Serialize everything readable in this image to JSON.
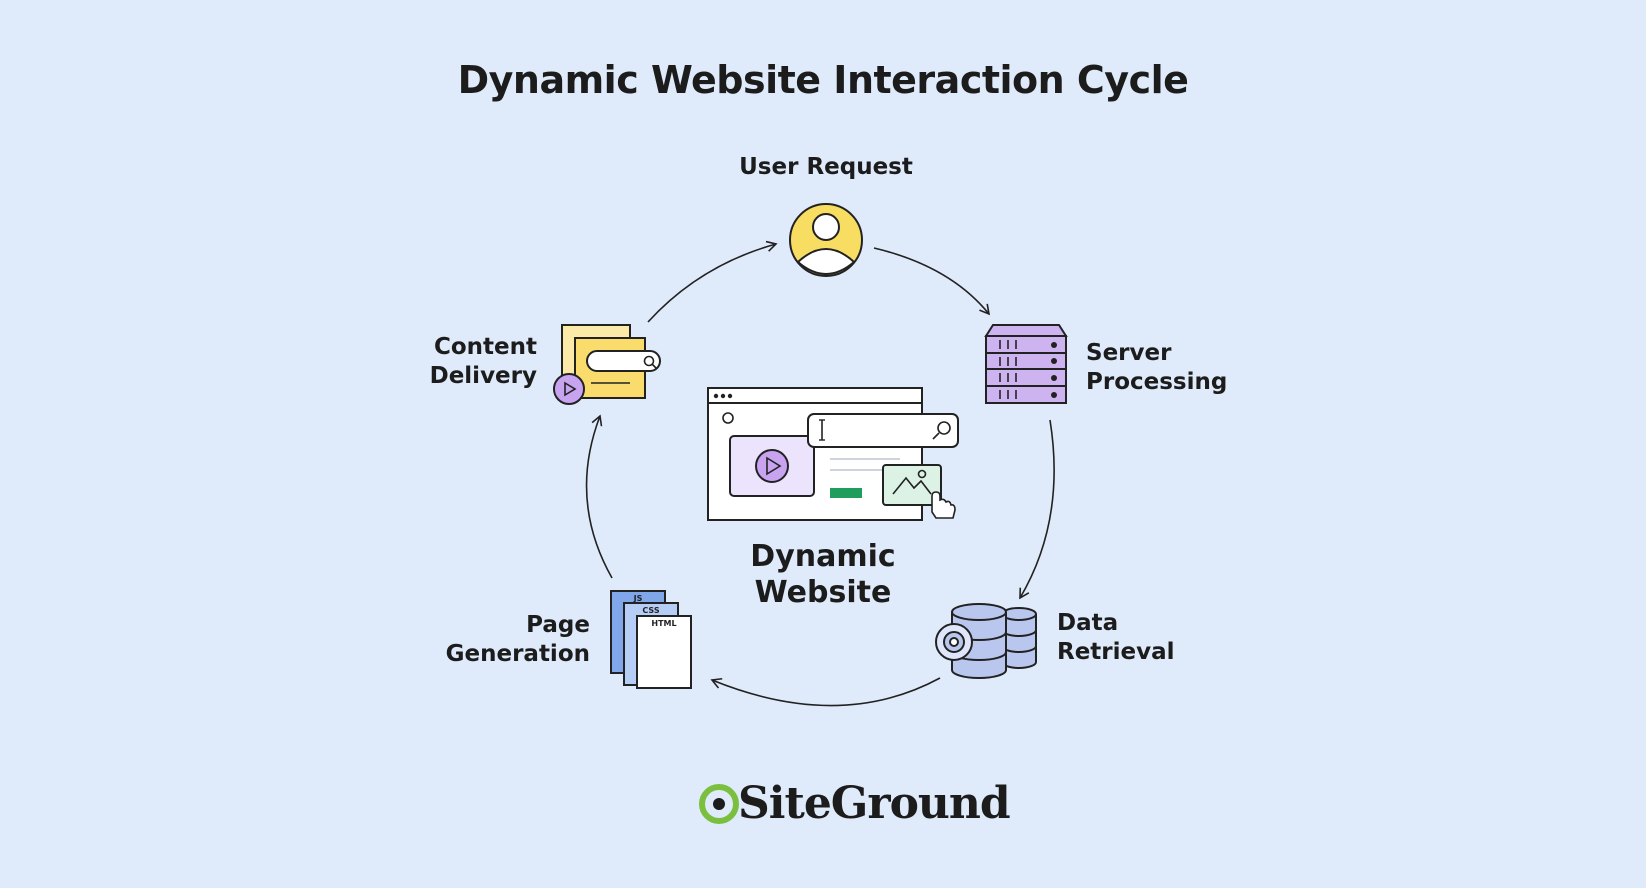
{
  "title": "Dynamic Website Interaction Cycle",
  "nodes": {
    "user_request": "User Request",
    "server_processing": [
      "Server",
      "Processing"
    ],
    "data_retrieval": [
      "Data",
      "Retrieval"
    ],
    "page_generation": [
      "Page",
      "Generation"
    ],
    "content_delivery": [
      "Content",
      "Delivery"
    ]
  },
  "center": [
    "Dynamic",
    "Website"
  ],
  "file_tags": [
    "JS",
    "CSS",
    "HTML"
  ],
  "brand": "SiteGround",
  "colors": {
    "background": "#dfeafb",
    "user_yellow": "#f7dd62",
    "server_purple": "#cdb4f0",
    "database_blue": "#b9c6ee",
    "file_blue": "#7fa7ea",
    "content_yellow": "#f9dc6b",
    "play_purple": "#c7a3f0",
    "accent_green": "#1f9d5c",
    "logo_green": "#7bbf3f"
  }
}
